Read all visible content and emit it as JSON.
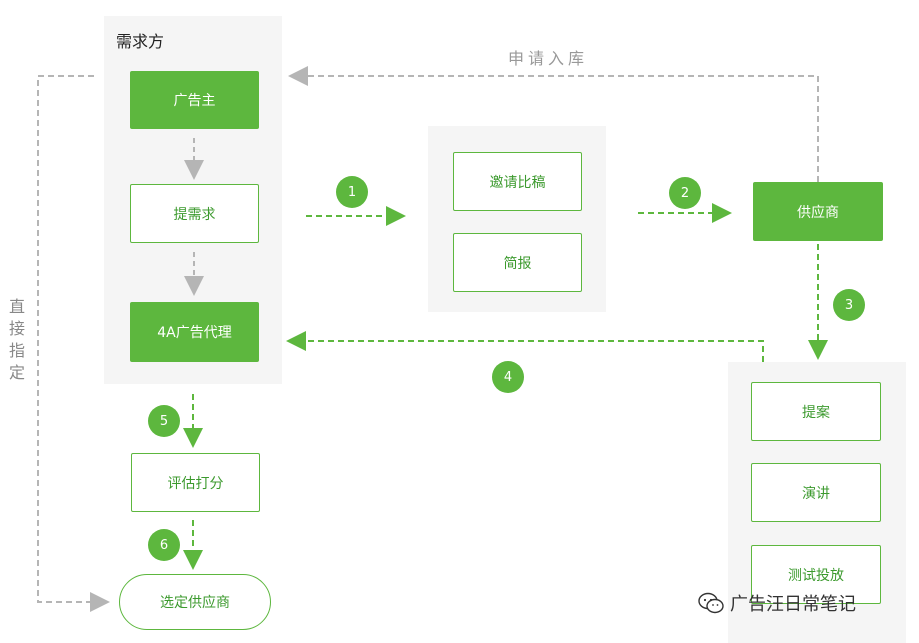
{
  "demand": {
    "title": "需求方",
    "advertiser": "广告主",
    "request": "提需求",
    "agency": "4A广告代理",
    "evaluate": "评估打分",
    "select": "选定供应商"
  },
  "middle": {
    "invite": "邀请比稿",
    "brief": "简报"
  },
  "supplier": {
    "name": "供应商",
    "proposal": "提案",
    "presentation": "演讲",
    "test": "测试投放"
  },
  "labels": {
    "apply": "申请入库",
    "direct": [
      "直",
      "接",
      "指",
      "定"
    ]
  },
  "steps": [
    "1",
    "2",
    "3",
    "4",
    "5",
    "6"
  ],
  "watermark": "广告汪日常笔记",
  "colors": {
    "green": "#5db73e",
    "dash_gray": "#b5b5b5",
    "panel": "#f5f5f5"
  }
}
